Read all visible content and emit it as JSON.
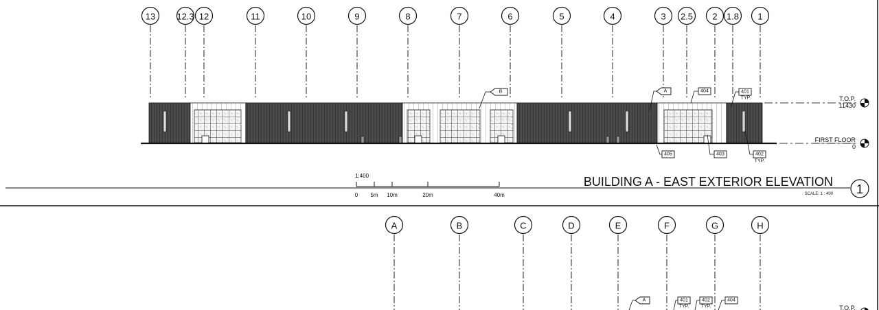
{
  "elevation_1": {
    "gridlines": [
      {
        "label": "13"
      },
      {
        "label": "12.3"
      },
      {
        "label": "12"
      },
      {
        "label": "11"
      },
      {
        "label": "10"
      },
      {
        "label": "9"
      },
      {
        "label": "8"
      },
      {
        "label": "7"
      },
      {
        "label": "6"
      },
      {
        "label": "5"
      },
      {
        "label": "4"
      },
      {
        "label": "3"
      },
      {
        "label": "2.5"
      },
      {
        "label": "2"
      },
      {
        "label": "1.8"
      },
      {
        "label": "1"
      }
    ],
    "material_tags": {
      "tag_b": "B",
      "tag_a": "A",
      "tag_404": "404",
      "tag_401": "401",
      "tag_401_note": "TYP.",
      "tag_405": "405",
      "tag_403": "403",
      "tag_402": "402",
      "tag_402_note": "TYP."
    },
    "levels": {
      "top_label": "T.O.P.",
      "top_value": "11430",
      "floor_label": "FIRST FLOOR",
      "floor_value": "0"
    },
    "scale_bar": {
      "ratio": "1:400",
      "ticks": [
        "0",
        "5m",
        "10m",
        "20m",
        "40m"
      ]
    },
    "title": "BUILDING A - EAST EXTERIOR ELEVATION",
    "scale_note": "SCALE: 1 : 400",
    "view_number": "1"
  },
  "elevation_2": {
    "gridlines": [
      {
        "label": "A"
      },
      {
        "label": "B"
      },
      {
        "label": "C"
      },
      {
        "label": "D"
      },
      {
        "label": "E"
      },
      {
        "label": "F"
      },
      {
        "label": "G"
      },
      {
        "label": "H"
      }
    ],
    "material_tags": {
      "tag_a": "A",
      "tag_401": "401",
      "tag_401_note": "TYP.",
      "tag_402": "402",
      "tag_402_note": "TYP.",
      "tag_404": "404"
    },
    "levels": {
      "top_label": "T.O.P."
    }
  },
  "colors": {
    "dark_panel": "#4a4a4a",
    "light_panel": "#ffffff",
    "line": "#111111"
  }
}
